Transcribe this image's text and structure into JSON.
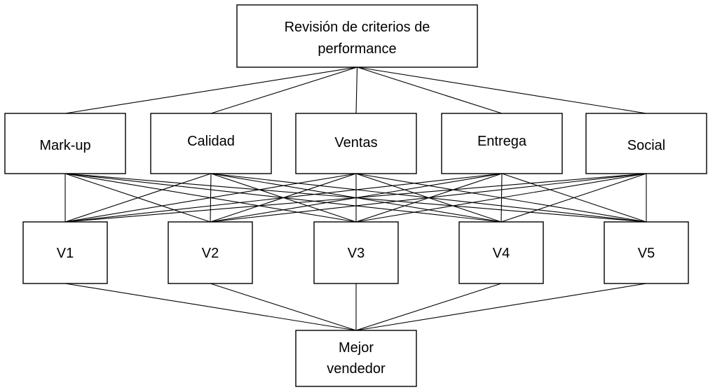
{
  "diagram": {
    "goal": {
      "line1": "Revisión de criterios de",
      "line2": "performance"
    },
    "criteria": [
      "Mark-up",
      "Calidad",
      "Ventas",
      "Entrega",
      "Social"
    ],
    "alternatives": [
      "V1",
      "V2",
      "V3",
      "V4",
      "V5"
    ],
    "result": {
      "line1": "Mejor",
      "line2": "vendedor"
    }
  }
}
